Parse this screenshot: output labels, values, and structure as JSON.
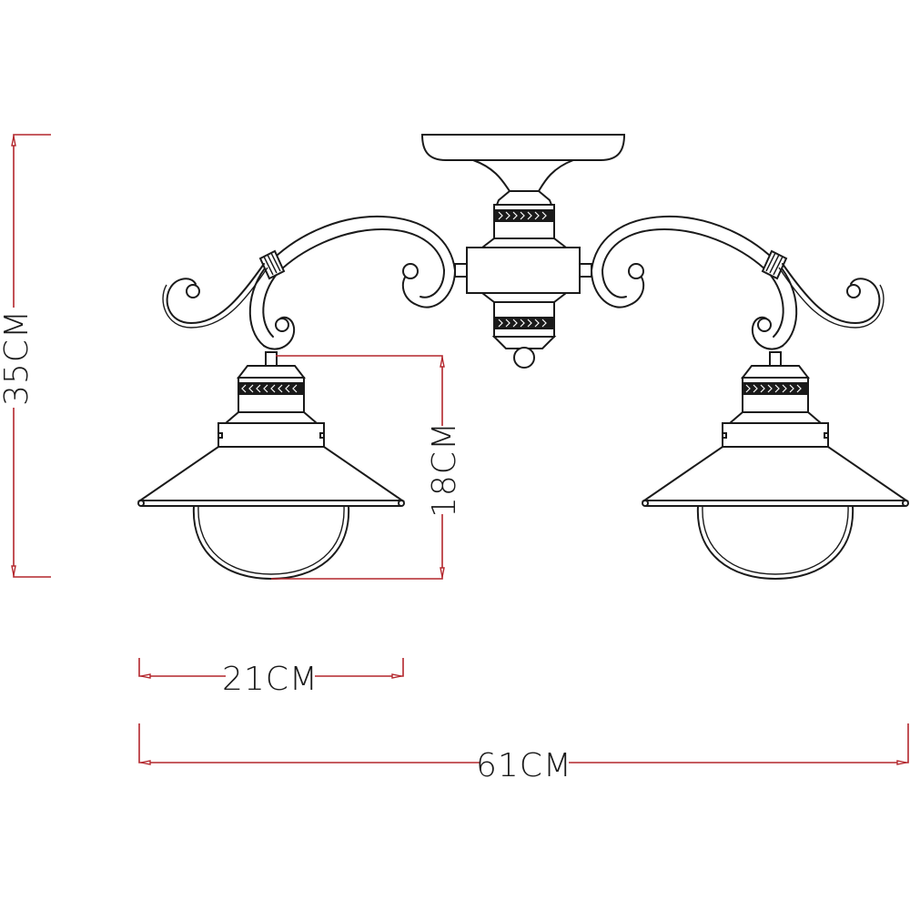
{
  "drawing": {
    "subject": "two-arm ceiling lamp",
    "line_color": "#1a1a1a",
    "dimension_color": "#b3262c"
  },
  "dimensions": {
    "total_height": {
      "label": "35CM",
      "value": 35,
      "unit": "CM"
    },
    "shade_height": {
      "label": "18CM",
      "value": 18,
      "unit": "CM"
    },
    "shade_width": {
      "label": "21CM",
      "value": 21,
      "unit": "CM"
    },
    "total_width": {
      "label": "61CM",
      "value": 61,
      "unit": "CM"
    }
  }
}
